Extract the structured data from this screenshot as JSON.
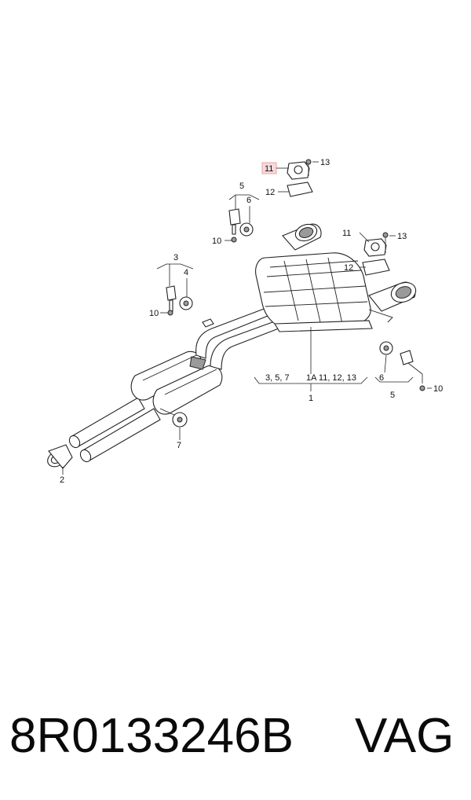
{
  "diagram": {
    "callouts": {
      "c11_top": "11",
      "c13_top": "13",
      "c12_top": "12",
      "c5_top": "5",
      "c6_top": "6",
      "c10_top": "10",
      "c3_left": "3",
      "c4_left": "4",
      "c10_left": "10",
      "c11_right": "11",
      "c13_right": "13",
      "c12_right": "12",
      "c7": "7",
      "c2": "2",
      "c6_bottom": "6",
      "c5_bottom": "5",
      "c10_bottom": "10",
      "group_left": "3, 5, 7",
      "group_mid": "1A  11, 12, 13",
      "c1": "1"
    },
    "highlight_color": "#e9a3a8"
  },
  "footer": {
    "part_number": "8R0133246B",
    "brand": "VAG"
  }
}
